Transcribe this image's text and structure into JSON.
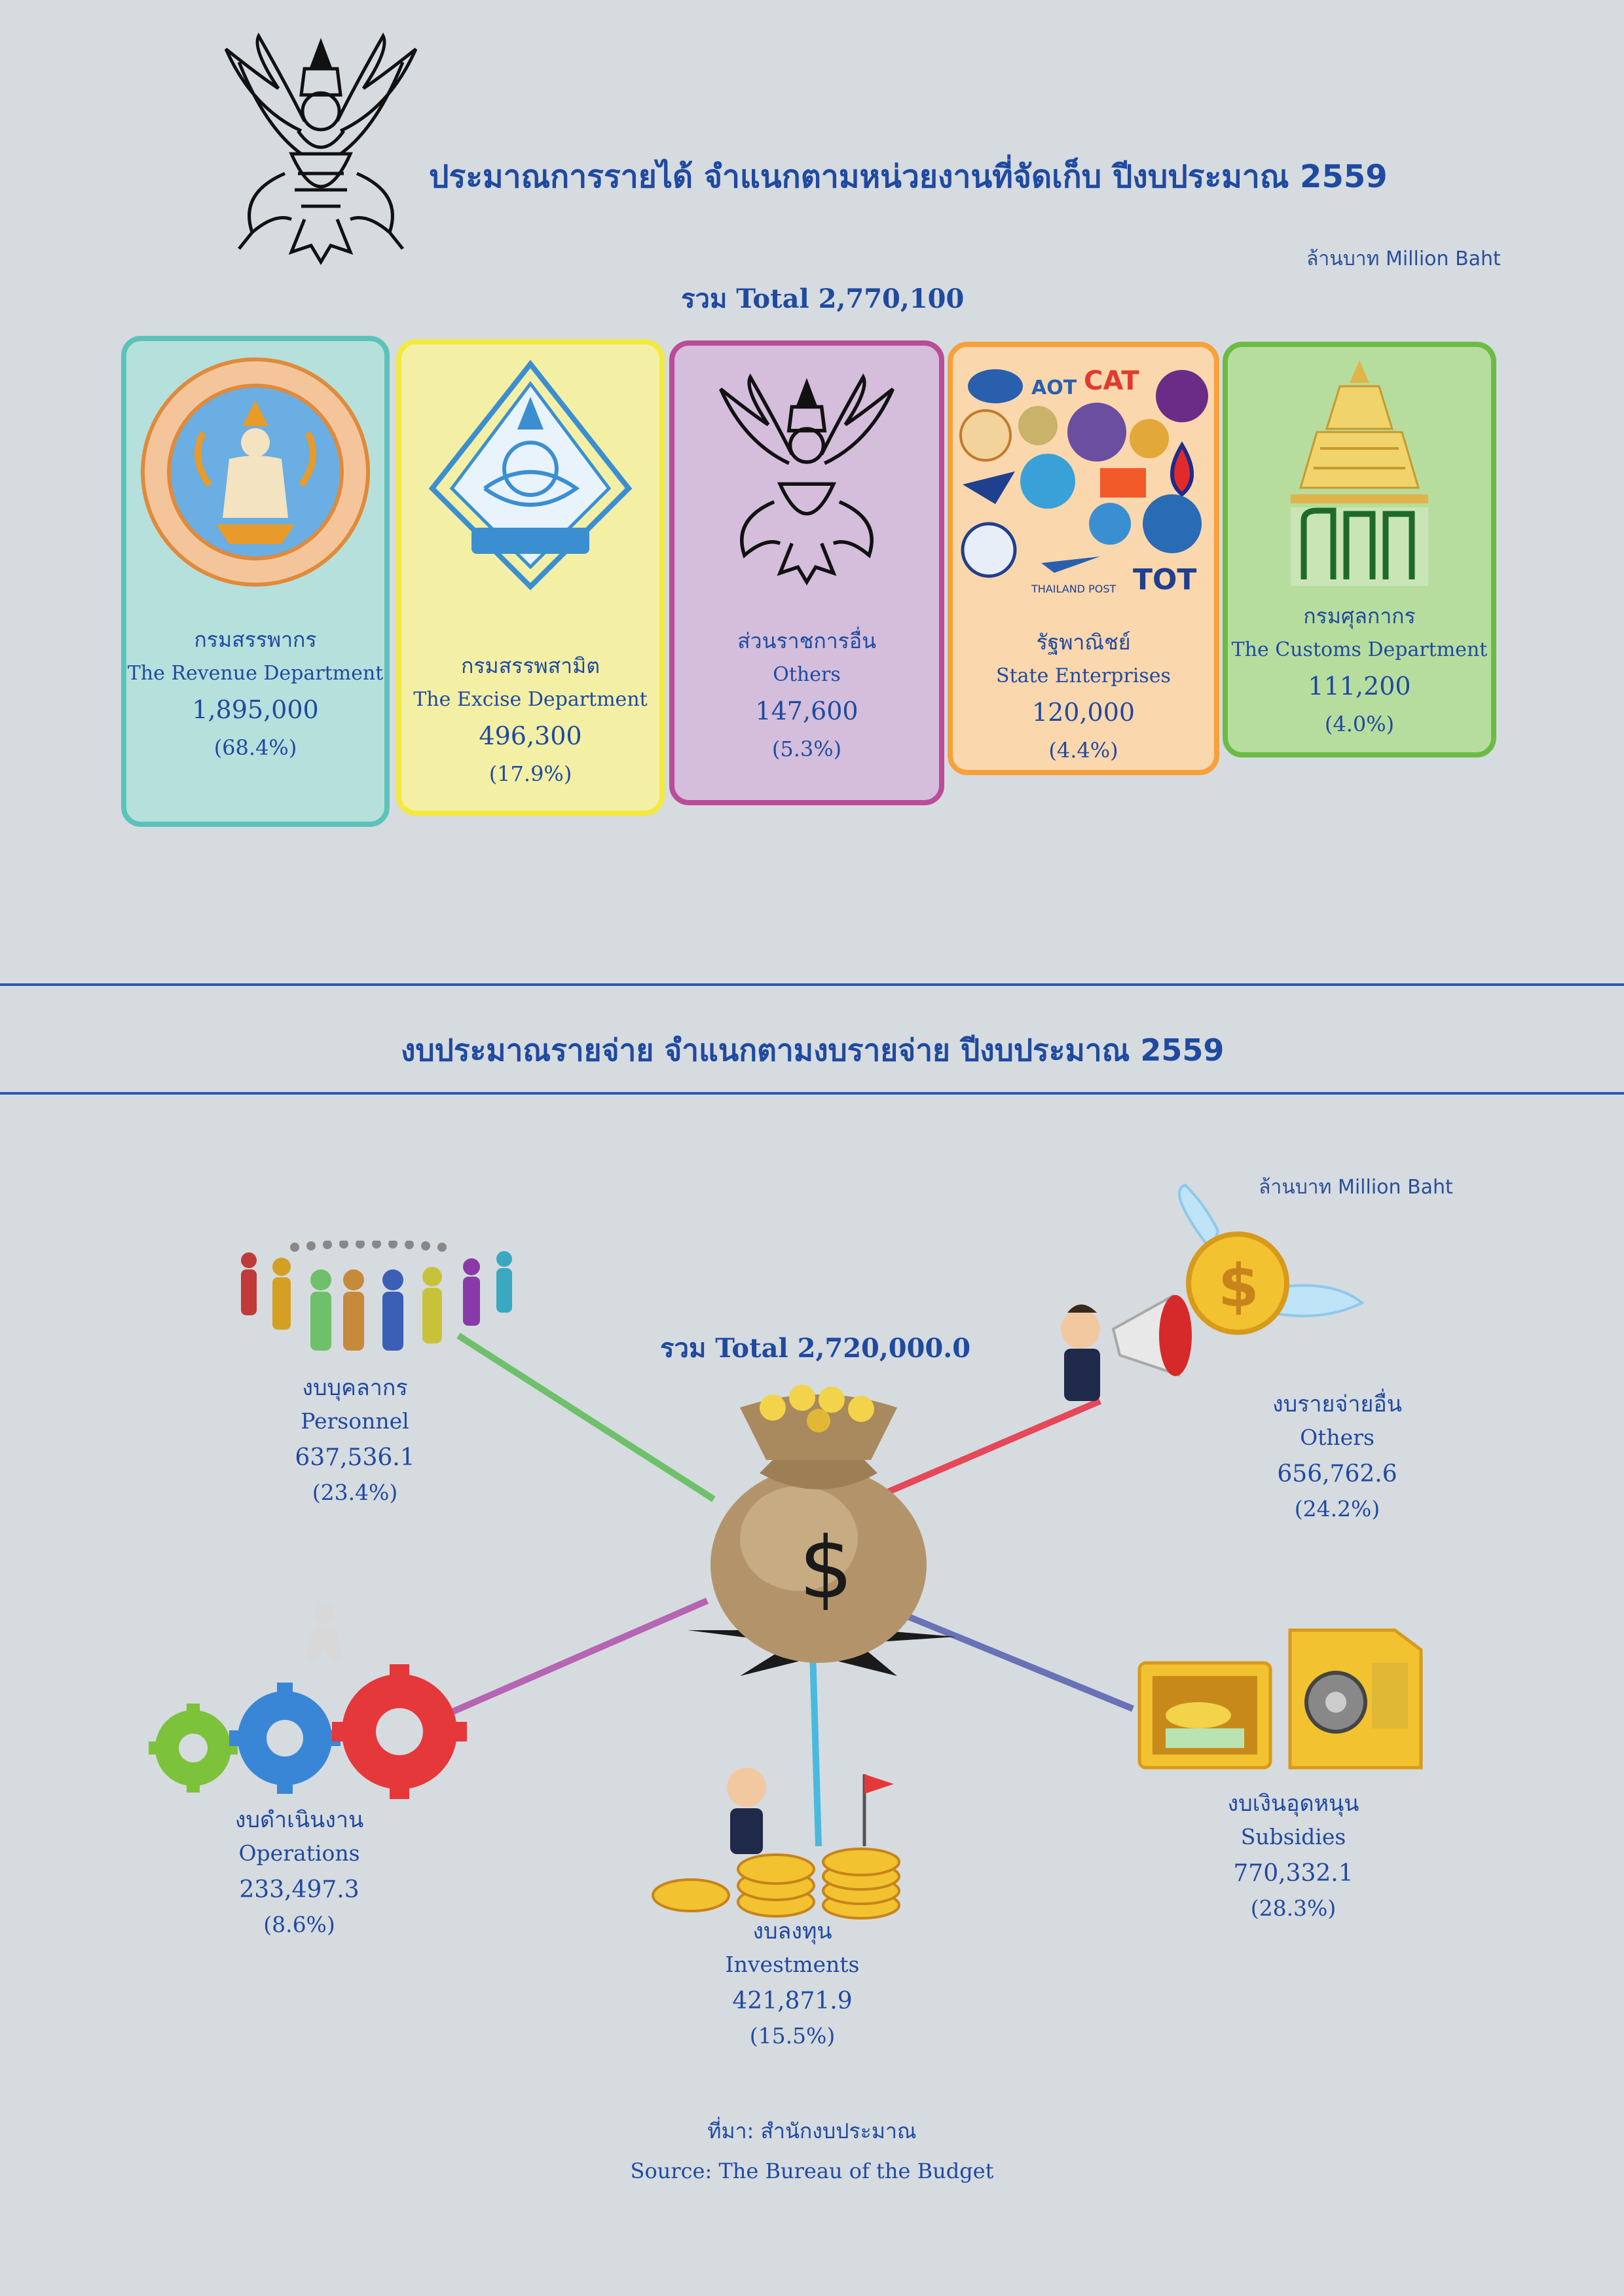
{
  "revenue": {
    "title": "ประมาณการรายได้ จำแนกตามหน่วยงานที่จัดเก็บ ปีงบประมาณ 2559",
    "unit": "ล้านบาท  Million Baht",
    "total_label": "รวม Total  2,770,100"
  },
  "expenditure": {
    "title": "งบประมาณรายจ่าย จำแนกตามงบรายจ่าย ปีงบประมาณ 2559",
    "unit": "ล้านบาท  Million Baht",
    "total_label": "รวม Total 2,720,000.0"
  },
  "source": {
    "th": "ที่มา: สำนักงบประมาณ",
    "en": "Source: The Bureau of the Budget"
  },
  "colors": {
    "revenue_fill": "#b6e0dc",
    "revenue_border": "#5cc3bb",
    "excise_fill": "#f3f0a6",
    "excise_border": "#f2e941",
    "others_fill": "#d4bedc",
    "others_border": "#b94d98",
    "state_fill": "#fbd7ad",
    "state_border": "#f6a13b",
    "customs_fill": "#b7dd9e",
    "customs_border": "#6cbb46",
    "personnel_line": "#6ec06b",
    "others_exp_line": "#e5485a",
    "operations_line": "#b565b1",
    "investments_line": "#4ab9de",
    "subsidies_line": "#6872b5"
  },
  "icons": {
    "emblem": "garuda-emblem-icon",
    "revenue_logo": "revenue-department-seal-icon",
    "excise_logo": "excise-department-emblem-icon",
    "state_logo": "state-enterprise-logos-icon",
    "customs_logo": "customs-department-crown-icon",
    "money_bag": "money-bag-icon",
    "people": "people-crowd-icon",
    "megaphone": "megaphone-winged-coin-icon",
    "gears": "gears-runner-icon",
    "coins": "coin-stacks-flag-icon",
    "safe": "open-safe-icon"
  },
  "chart_data": [
    {
      "type": "table",
      "title": "ประมาณการรายได้ จำแนกตามหน่วยงานที่จัดเก็บ ปีงบประมาณ 2559",
      "unit": "ล้านบาท  Million Baht",
      "total": 2770100,
      "total_label": "รวม Total  2,770,100",
      "items": [
        {
          "th": "กรมสรรพากร",
          "en": "The Revenue Department",
          "value": 1895000,
          "value_label": "1,895,000",
          "percent": 68.4,
          "percent_label": "(68.4%)"
        },
        {
          "th": "กรมสรรพสามิต",
          "en": "The Excise Department",
          "value": 496300,
          "value_label": "496,300",
          "percent": 17.9,
          "percent_label": "(17.9%)"
        },
        {
          "th": "ส่วนราชการอื่น",
          "en": "Others",
          "value": 147600,
          "value_label": "147,600",
          "percent": 5.3,
          "percent_label": "(5.3%)"
        },
        {
          "th": "รัฐพาณิชย์",
          "en": "State Enterprises",
          "value": 120000,
          "value_label": "120,000",
          "percent": 4.4,
          "percent_label": "(4.4%)"
        },
        {
          "th": "กรมศุลกากร",
          "en": "The Customs Department",
          "value": 111200,
          "value_label": "111,200",
          "percent": 4.0,
          "percent_label": "(4.0%)"
        }
      ]
    },
    {
      "type": "table",
      "title": "งบประมาณรายจ่าย จำแนกตามงบรายจ่าย ปีงบประมาณ 2559",
      "unit": "ล้านบาท  Million Baht",
      "total": 2720000.0,
      "total_label": "รวม Total 2,720,000.0",
      "items": [
        {
          "th": "งบบุคลากร",
          "en": "Personnel",
          "value": 637536.1,
          "value_label": "637,536.1",
          "percent": 23.4,
          "percent_label": "(23.4%)"
        },
        {
          "th": "งบรายจ่ายอื่น",
          "en": "Others",
          "value": 656762.6,
          "value_label": "656,762.6",
          "percent": 24.2,
          "percent_label": "(24.2%)"
        },
        {
          "th": "งบดำเนินงาน",
          "en": "Operations",
          "value": 233497.3,
          "value_label": "233,497.3",
          "percent": 8.6,
          "percent_label": "(8.6%)"
        },
        {
          "th": "งบลงทุน",
          "en": "Investments",
          "value": 421871.9,
          "value_label": "421,871.9",
          "percent": 15.5,
          "percent_label": "(15.5%)"
        },
        {
          "th": "งบเงินอุดหนุน",
          "en": "Subsidies",
          "value": 770332.1,
          "value_label": "770,332.1",
          "percent": 28.3,
          "percent_label": "(28.3%)"
        }
      ]
    }
  ]
}
